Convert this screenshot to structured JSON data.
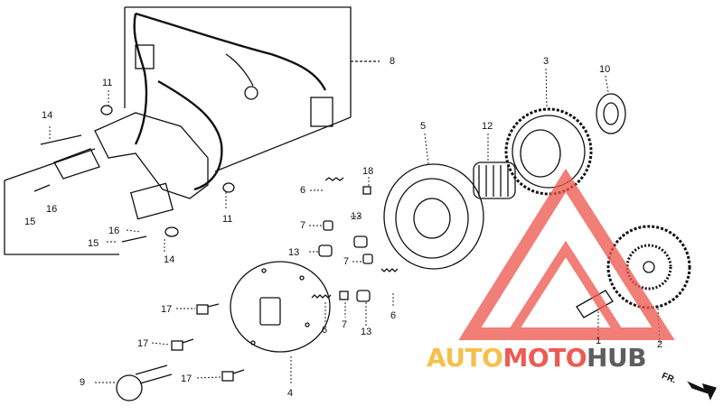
{
  "callouts": [
    {
      "id": "c11a",
      "text": "11"
    },
    {
      "id": "c14a",
      "text": "14"
    },
    {
      "id": "c15a",
      "text": "15"
    },
    {
      "id": "c16a",
      "text": "16"
    },
    {
      "id": "c16b",
      "text": "16"
    },
    {
      "id": "c15b",
      "text": "15"
    },
    {
      "id": "c14b",
      "text": "14"
    },
    {
      "id": "c11b",
      "text": "11"
    },
    {
      "id": "c8",
      "text": "8"
    },
    {
      "id": "c6a",
      "text": "6"
    },
    {
      "id": "c18",
      "text": "18"
    },
    {
      "id": "c7a",
      "text": "7"
    },
    {
      "id": "c13a",
      "text": "13"
    },
    {
      "id": "c13b",
      "text": "13"
    },
    {
      "id": "c7b",
      "text": "7"
    },
    {
      "id": "c6b",
      "text": "6"
    },
    {
      "id": "c6c",
      "text": "6"
    },
    {
      "id": "c7c",
      "text": "7"
    },
    {
      "id": "c13c",
      "text": "13"
    },
    {
      "id": "c5",
      "text": "5"
    },
    {
      "id": "c12",
      "text": "12"
    },
    {
      "id": "c3",
      "text": "3"
    },
    {
      "id": "c10",
      "text": "10"
    },
    {
      "id": "c1",
      "text": "1"
    },
    {
      "id": "c2",
      "text": "2"
    },
    {
      "id": "c4",
      "text": "4"
    },
    {
      "id": "c9",
      "text": "9"
    },
    {
      "id": "c17a",
      "text": "17"
    },
    {
      "id": "c17b",
      "text": "17"
    },
    {
      "id": "c17c",
      "text": "17"
    }
  ],
  "direction_label": "FR.",
  "watermark": {
    "part1": "AUTO",
    "part2": "MOTO",
    "part3": "HUB",
    "colors": {
      "auto": "#f6c04a",
      "moto": "#ee5b52",
      "hub": "#5e5e5e",
      "logo": "#ee5b52"
    }
  }
}
